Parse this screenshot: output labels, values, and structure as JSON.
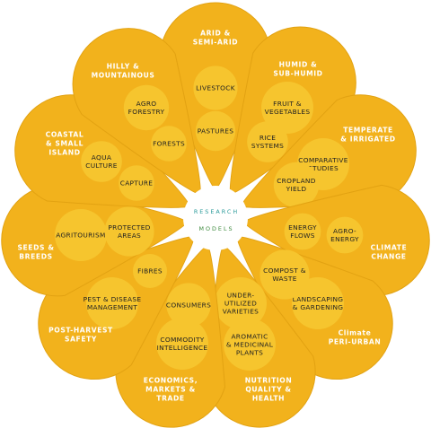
{
  "center": {
    "line1": "RESEARCH",
    "line2": "MODELS",
    "line1_color": "#2a9a9a",
    "line2_color": "#3d8a3d"
  },
  "colors": {
    "petal": "#f2b21c",
    "petal_edge": "#e2a212",
    "bubble": "#f6c52e",
    "title_text": "#ffffff",
    "label_text": "#222222"
  },
  "petals": [
    {
      "id": "arid",
      "title": [
        "ARID &",
        "SEMI-ARID"
      ],
      "items": [
        [
          "LIVESTOCK"
        ],
        [
          "PASTURES"
        ]
      ]
    },
    {
      "id": "humid",
      "title": [
        "HUMID &",
        "SUB-HUMID"
      ],
      "items": [
        [
          "FRUIT &",
          "VEGETABLES"
        ],
        [
          "RICE",
          "SYSTEMS"
        ]
      ]
    },
    {
      "id": "temperate",
      "title": [
        "TEMPERATE",
        "& IRRIGATED"
      ],
      "items": [
        [
          "COMPARATIVE",
          "STUDIES"
        ],
        [
          "CROPLAND",
          "YIELD"
        ]
      ]
    },
    {
      "id": "climate-change",
      "title": [
        "CLIMATE",
        "CHANGE"
      ],
      "items": [
        [
          "AGRO-",
          "ENERGY"
        ],
        [
          "ENERGY",
          "FLOWS"
        ]
      ]
    },
    {
      "id": "climate-peri-urban",
      "title": [
        "Climate",
        "PERI-URBAN"
      ],
      "items": [
        [
          "LANDSCAPING",
          "& GARDENING"
        ],
        [
          "COMPOST &",
          "WASTE"
        ]
      ]
    },
    {
      "id": "nutrition",
      "title": [
        "NUTRITION",
        "QUALITY &",
        "HEALTH"
      ],
      "items": [
        [
          "AROMATIC",
          "& MEDICINAL",
          "PLANTS"
        ],
        [
          "UNDER-",
          "UTILIZED",
          "VARIETIES"
        ]
      ]
    },
    {
      "id": "economics",
      "title": [
        "ECONOMICS,",
        "MARKETS &",
        "TRADE"
      ],
      "items": [
        [
          "COMMODITY",
          "INTELLIGENCE"
        ],
        [
          "CONSUMERS"
        ]
      ]
    },
    {
      "id": "post-harvest",
      "title": [
        "POST-HARVEST",
        "SAFETY"
      ],
      "items": [
        [
          "PEST & DISEASE",
          "MANAGEMENT"
        ],
        [
          "FIBRES"
        ]
      ]
    },
    {
      "id": "seeds",
      "title": [
        "SEEDS &",
        "BREEDS"
      ],
      "items": [
        [
          "AGRITOURISM"
        ],
        [
          "PROTECTED",
          "AREAS"
        ]
      ]
    },
    {
      "id": "coastal",
      "title": [
        "COASTAL",
        "& SMALL",
        "ISLAND"
      ],
      "items": [
        [
          "AQUA",
          "CULTURE"
        ],
        [
          "CAPTURE"
        ]
      ]
    },
    {
      "id": "hilly",
      "title": [
        "HILLY &",
        "MOUNTAINOUS"
      ],
      "items": [
        [
          "AGRO",
          "FORESTRY"
        ],
        [
          "FORESTS"
        ]
      ]
    }
  ]
}
